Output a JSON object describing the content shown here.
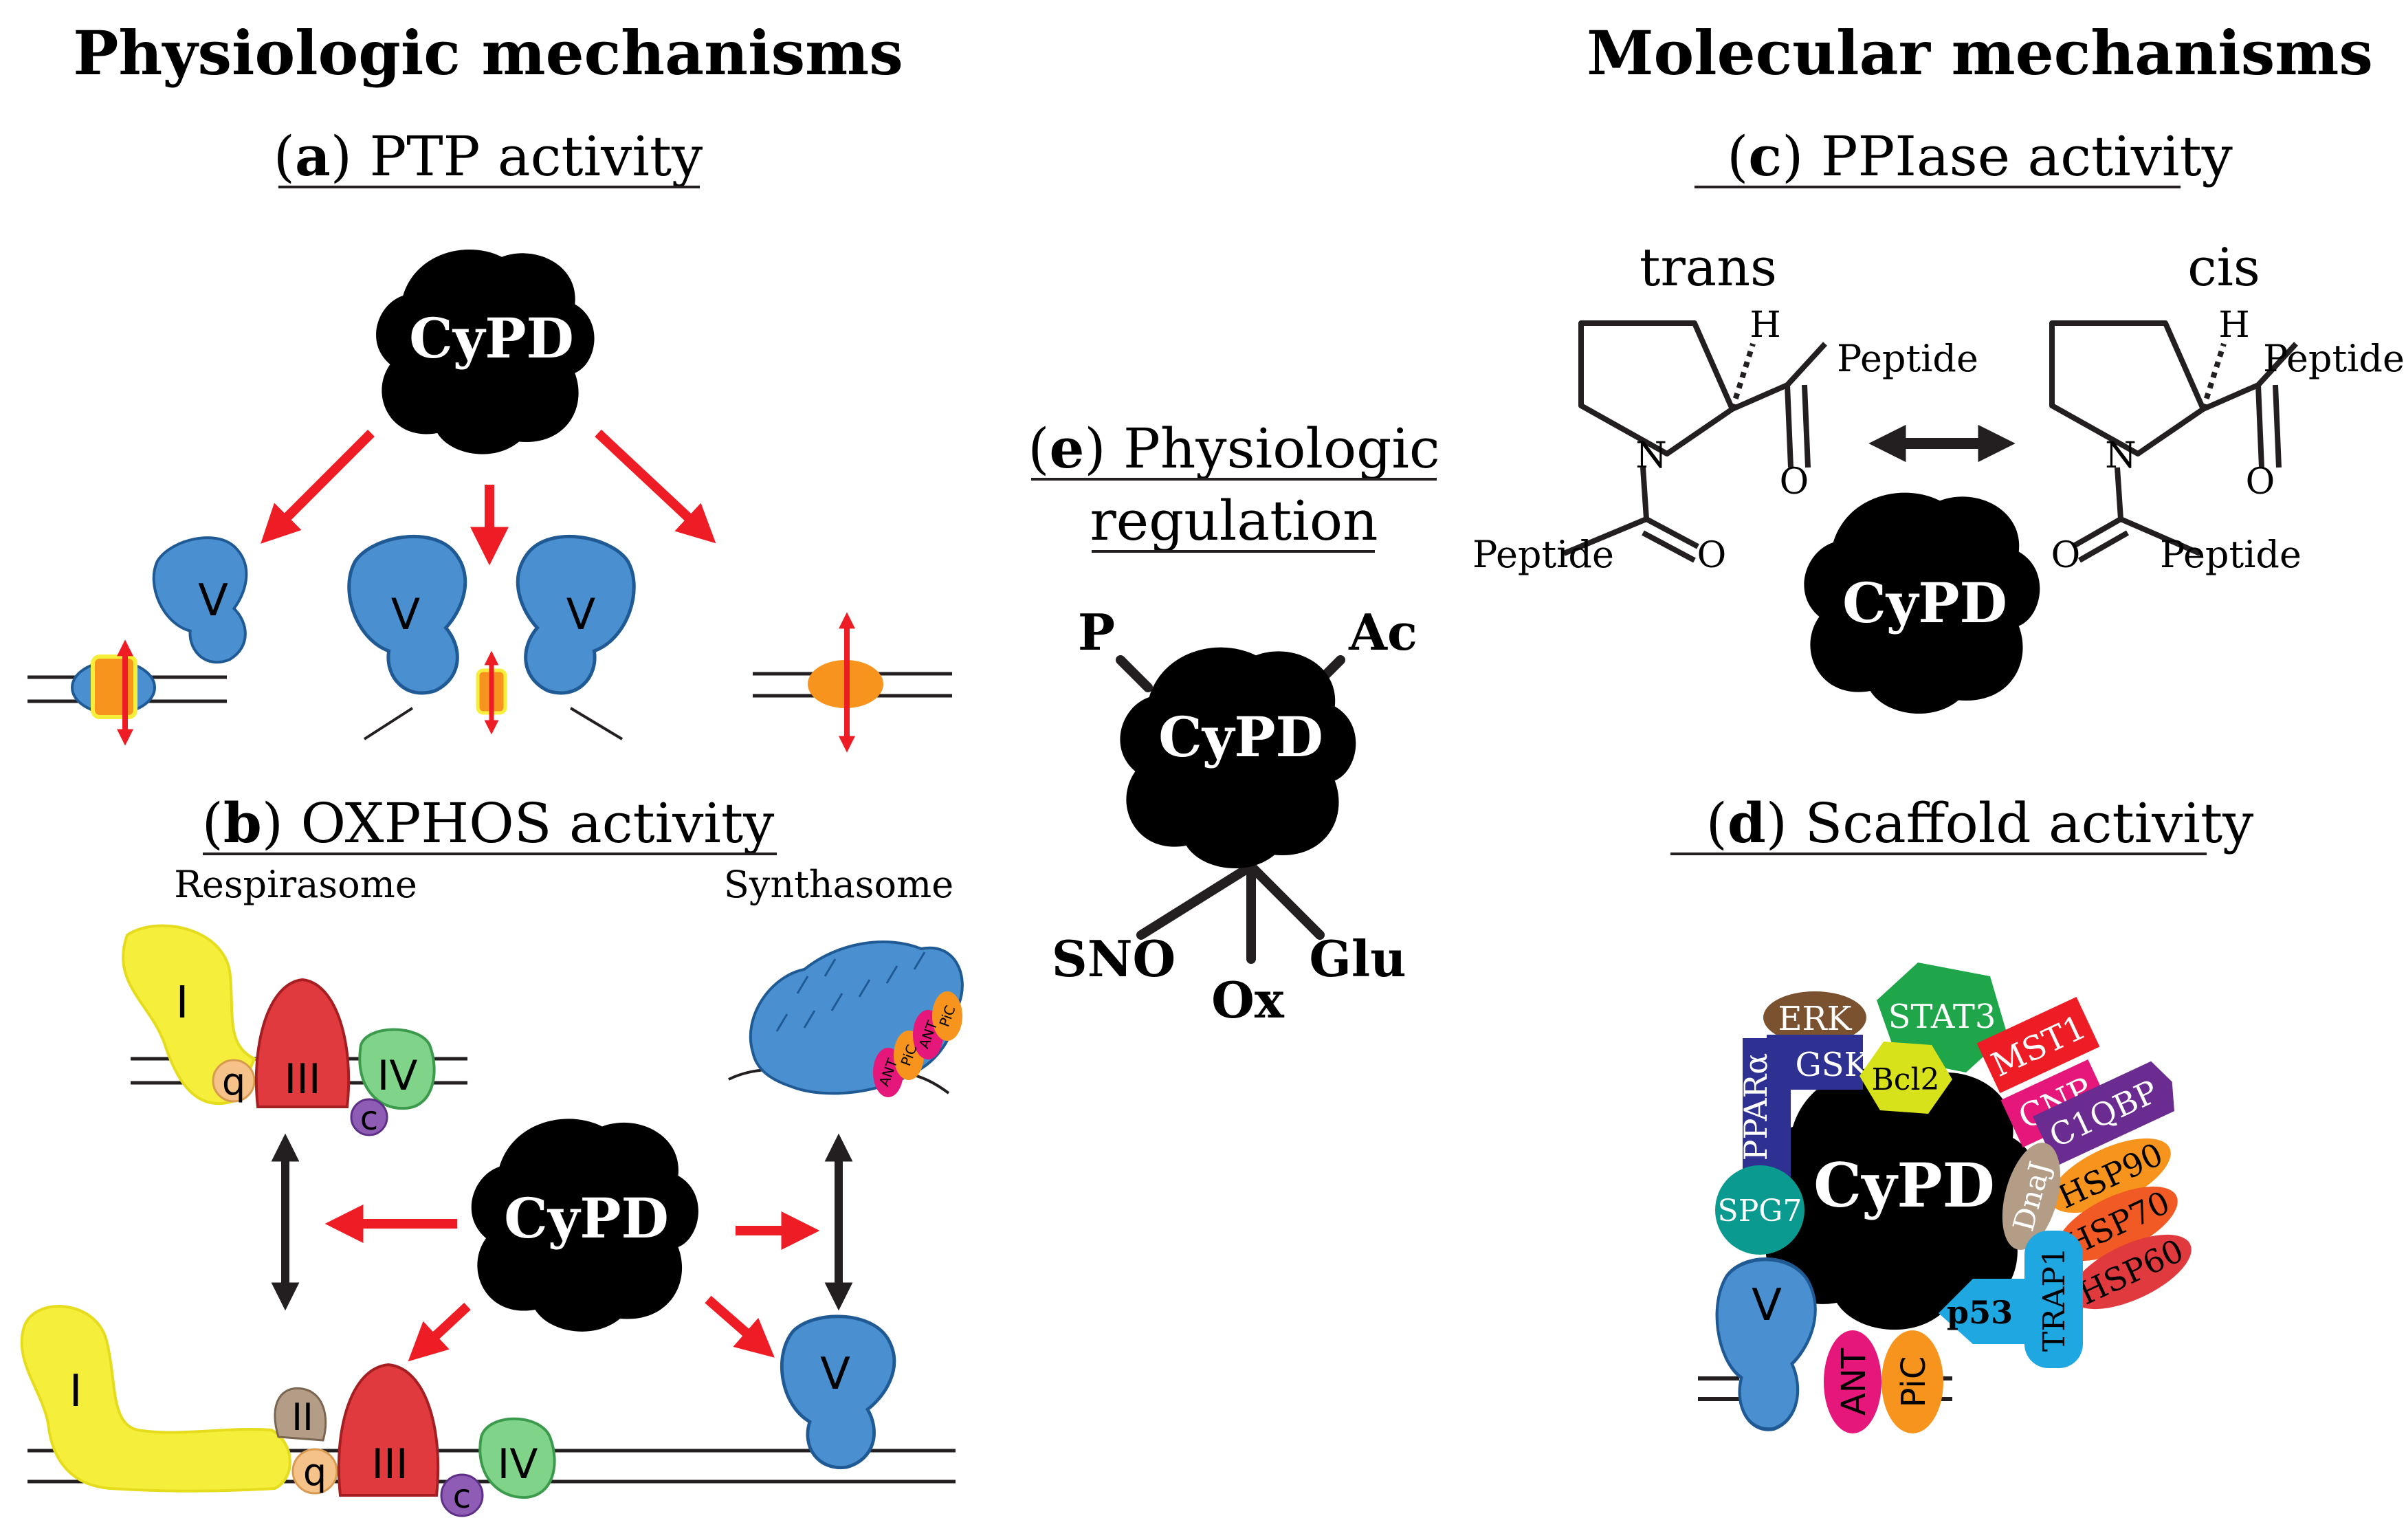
{
  "headers": {
    "physiologic": "Physiologic mechanisms",
    "molecular": "Molecular mechanisms"
  },
  "panels": {
    "a": {
      "letter": "a",
      "title": " PTP activity"
    },
    "b": {
      "letter": "b",
      "title": " OXPHOS activity",
      "left_label": "Respirasome",
      "right_label": "Synthasome"
    },
    "c": {
      "letter": "c",
      "title": " PPIase activity",
      "trans": "trans",
      "cis": "cis"
    },
    "d": {
      "letter": "d",
      "title": " Scaffold activity"
    },
    "e": {
      "letter": "e",
      "title_line1": " Physiologic",
      "title_line2": "regulation"
    }
  },
  "protein": "CyPD",
  "regulation_marks": {
    "p": "P",
    "ac": "Ac",
    "sno": "SNO",
    "ox": "Ox",
    "glu": "Glu"
  },
  "chem": {
    "h": "H",
    "n": "N",
    "o": "O",
    "peptide": "Peptide"
  },
  "complexes": {
    "i": "I",
    "ii": "II",
    "q": "q",
    "iii": "III",
    "iv": "IV",
    "c": "c",
    "v": "V",
    "ant": "ANT",
    "pic": "PiC"
  },
  "scaffold_partners": [
    "ERK",
    "STAT3",
    "MST1",
    "GSK",
    "Bcl2",
    "CNP",
    "PPARα",
    "C1QBP",
    "HSP90",
    "HSP70",
    "HSP60",
    "SPG7",
    "DnaJ",
    "TRAP1",
    "p53",
    "ANT",
    "PiC",
    "V"
  ],
  "colors": {
    "protein": "#000000",
    "arrow_red": "#ee1c24",
    "complex_v": "#4a90d0",
    "complex_i": "#f5ef3c",
    "complex_iii": "#e03a3e",
    "complex_iv": "#7fd48a",
    "cytc": "#8e5bb5",
    "q": "#f5c28a",
    "pore": "#f7941d"
  }
}
